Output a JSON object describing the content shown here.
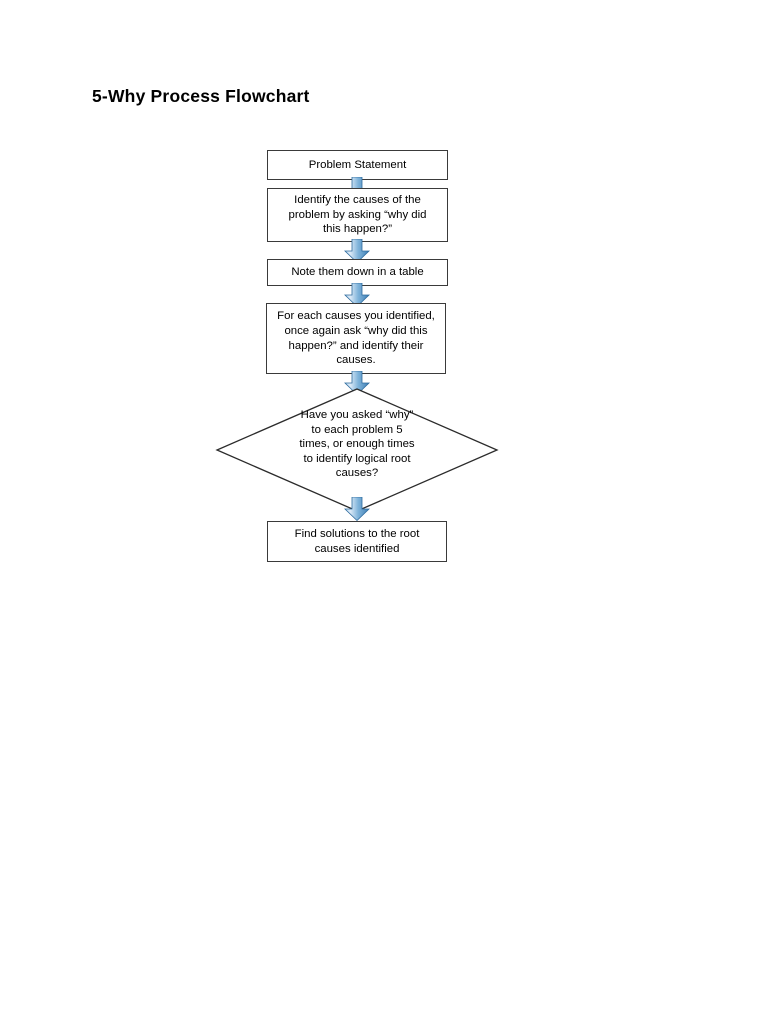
{
  "document": {
    "title": "5-Why Process Flowchart",
    "background_color": "#ffffff"
  },
  "theme": {
    "shape_fill": "#ffffff",
    "shape_border": "#3a3a3a",
    "text_color": "#000000",
    "arrow_light": "#d5e7f5",
    "arrow_mid": "#6fa8d4",
    "arrow_dark": "#3a7cb0",
    "arrow_edge": "#2e6b9e"
  },
  "chart_data": {
    "type": "diagram",
    "diagram_kind": "flowchart",
    "title": "5-Why Process Flowchart",
    "orientation": "top-to-bottom",
    "nodes": [
      {
        "id": "n1",
        "shape": "rectangle",
        "text": "Problem Statement"
      },
      {
        "id": "n2",
        "shape": "rectangle",
        "text": "Identify the causes of the\nproblem by asking “why did\nthis happen?”"
      },
      {
        "id": "n3",
        "shape": "rectangle",
        "text": "Note them down in a table"
      },
      {
        "id": "n4",
        "shape": "rectangle",
        "text": "For each causes you identified,\nonce again ask “why did this\nhappen?” and identify their\ncauses."
      },
      {
        "id": "n5",
        "shape": "diamond",
        "text": "Have you asked “why”\nto each problem 5\ntimes, or enough times\nto identify logical root\ncauses?"
      },
      {
        "id": "n6",
        "shape": "rectangle",
        "text": "Find solutions to the root\ncauses identified"
      }
    ],
    "edges": [
      {
        "id": "e1",
        "from": "n1",
        "to": "n2",
        "style": "block-arrow-down",
        "label": ""
      },
      {
        "id": "e2",
        "from": "n2",
        "to": "n3",
        "style": "block-arrow-down",
        "label": ""
      },
      {
        "id": "e3",
        "from": "n3",
        "to": "n4",
        "style": "block-arrow-down",
        "label": ""
      },
      {
        "id": "e4",
        "from": "n4",
        "to": "n5",
        "style": "block-arrow-down",
        "label": ""
      },
      {
        "id": "e5",
        "from": "n5",
        "to": "n6",
        "style": "block-arrow-down",
        "label": ""
      }
    ]
  }
}
